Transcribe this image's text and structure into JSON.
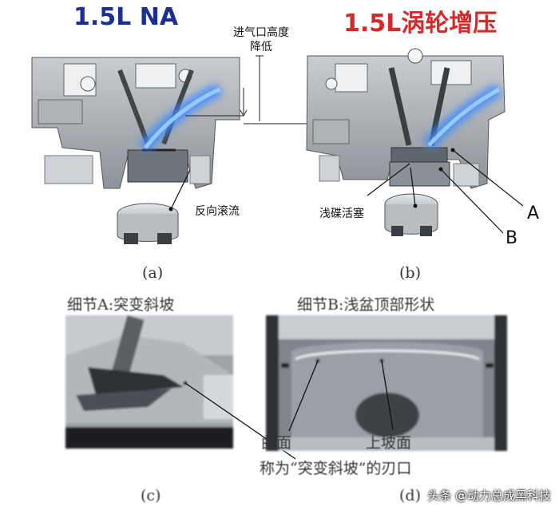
{
  "titles": {
    "left": "1.5L NA",
    "right": "1.5L涡轮增压"
  },
  "annotation_top": "进气口高度\n降低",
  "labels": {
    "reverse_tumble": "反向滚流",
    "shallow_piston": "浅碟活塞",
    "point_a": "A",
    "point_b": "B"
  },
  "captions": {
    "a": "(a)",
    "b": "(b)",
    "c": "(c)",
    "d": "(d)"
  },
  "details": {
    "a_title": "细节A:突变斜坡",
    "b_title": "细节B:浅盆顶部形状",
    "curved_surface": "曲面",
    "upslope_surface": "上坡面",
    "edge_note": "称为“突变斜坡”的刃口"
  },
  "watermark": "头条 @动力总成黑科技",
  "colors": {
    "na_title": "#1a2f8f",
    "turbo_title": "#d42a2a",
    "flow_glow": "#2f7bff"
  }
}
